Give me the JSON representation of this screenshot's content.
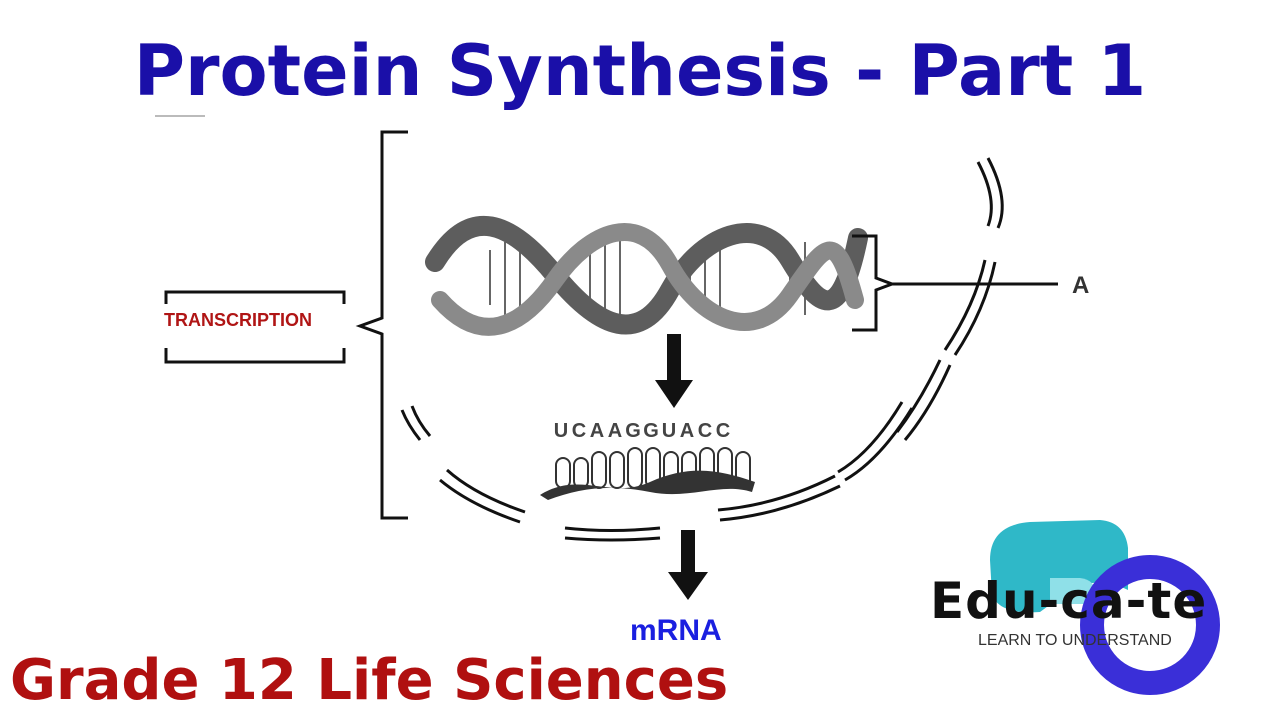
{
  "title": "Protein Synthesis - Part 1",
  "labels": {
    "transcription": "TRANSCRIPTION",
    "strand_label": "A",
    "mrna": "mRNA"
  },
  "sequence": [
    "U",
    "C",
    "A",
    "A",
    "G",
    "G",
    "U",
    "A",
    "C",
    "C"
  ],
  "footer": {
    "course": "Grade 12 Life Sciences"
  },
  "logo": {
    "name": "Edu-ca-te",
    "tagline": "LEARN TO UNDERSTAND"
  },
  "colors": {
    "title": "#1a0fa8",
    "transcription": "#b01515",
    "mrna": "#1a1fe0",
    "course": "#b01010",
    "logo_teal": "#2fb8c8",
    "logo_ring": "#3a2fd8"
  }
}
